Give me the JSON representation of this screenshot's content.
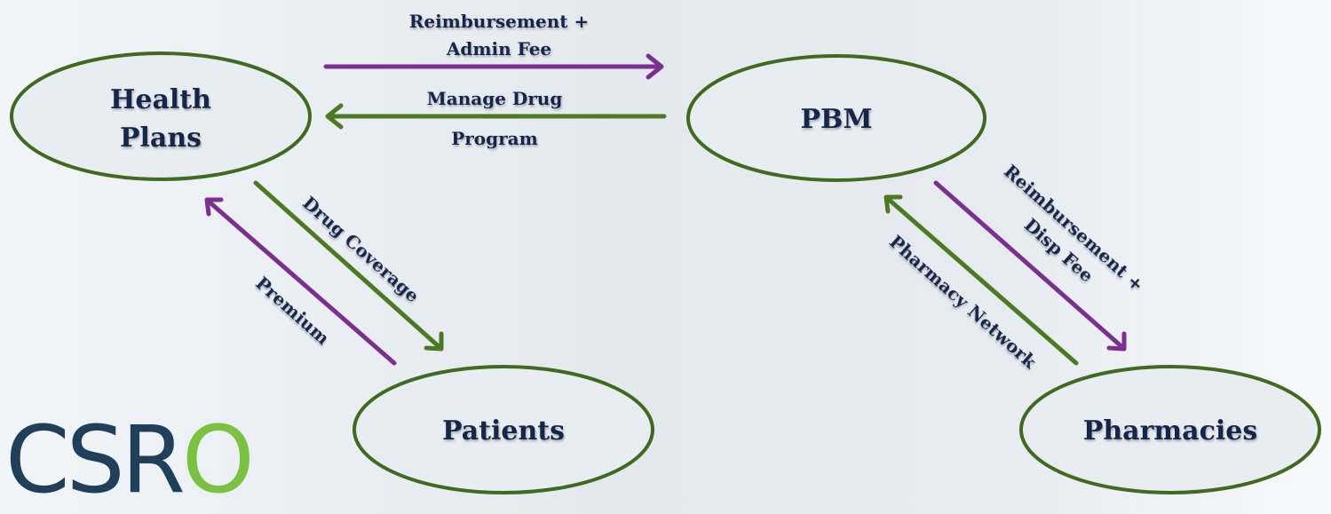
{
  "nodes": {
    "health_plans": [
      "Health",
      "Plans"
    ],
    "pbm": "PBM",
    "patients": "Patients",
    "pharmacies": "Pharmacies"
  },
  "edges": {
    "reimbursement_admin": [
      "Reimbursement +",
      "Admin Fee"
    ],
    "manage_drug": [
      "Manage Drug",
      "Program"
    ],
    "drug_coverage": "Drug Coverage",
    "premium": "Premium",
    "reimbursement_disp": [
      "Reimbursement +",
      "Disp Fee"
    ],
    "pharmacy_network": "Pharmacy Network"
  },
  "logo": {
    "part1": "CS",
    "part2": "R",
    "part3": "O"
  },
  "colors": {
    "purple": "#7b2f8f",
    "green": "#4c7a23",
    "text": "#16254a",
    "node_border": "#3f6a1f"
  }
}
